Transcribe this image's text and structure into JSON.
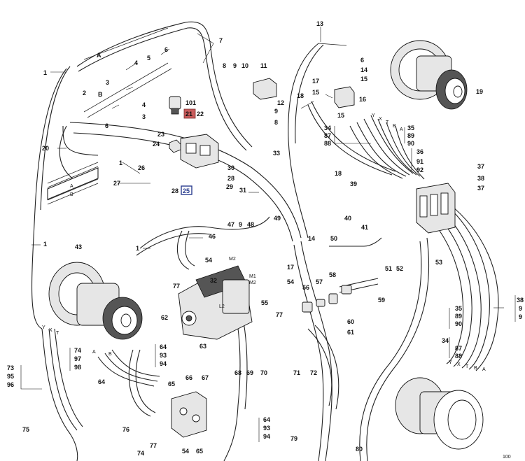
{
  "highlight": {
    "fill": "#c95c5c",
    "label": "21"
  },
  "selected": {
    "stroke": "#2a3d8f",
    "label": "25"
  },
  "labels": [
    {
      "id": "1a",
      "text": "1"
    },
    {
      "id": "1b",
      "text": "1"
    },
    {
      "id": "1c",
      "text": "1"
    },
    {
      "id": "1d",
      "text": "1"
    },
    {
      "id": "2",
      "text": "2"
    },
    {
      "id": "3a",
      "text": "3"
    },
    {
      "id": "3b",
      "text": "3"
    },
    {
      "id": "4a",
      "text": "4"
    },
    {
      "id": "4b",
      "text": "4"
    },
    {
      "id": "5",
      "text": "5"
    },
    {
      "id": "6a",
      "text": "6"
    },
    {
      "id": "6b",
      "text": "6"
    },
    {
      "id": "6c",
      "text": "6"
    },
    {
      "id": "7",
      "text": "7"
    },
    {
      "id": "8a",
      "text": "8"
    },
    {
      "id": "8b",
      "text": "8"
    },
    {
      "id": "9a",
      "text": "9"
    },
    {
      "id": "9b",
      "text": "9"
    },
    {
      "id": "9c",
      "text": "9"
    },
    {
      "id": "10",
      "text": "10"
    },
    {
      "id": "11",
      "text": "11"
    },
    {
      "id": "12",
      "text": "12"
    },
    {
      "id": "13",
      "text": "13"
    },
    {
      "id": "14a",
      "text": "14"
    },
    {
      "id": "14b",
      "text": "14"
    },
    {
      "id": "15a",
      "text": "15"
    },
    {
      "id": "15b",
      "text": "15"
    },
    {
      "id": "15c",
      "text": "15"
    },
    {
      "id": "16",
      "text": "16"
    },
    {
      "id": "17a",
      "text": "17"
    },
    {
      "id": "17b",
      "text": "17"
    },
    {
      "id": "18a",
      "text": "18"
    },
    {
      "id": "18b",
      "text": "18"
    },
    {
      "id": "19",
      "text": "19"
    },
    {
      "id": "20",
      "text": "20"
    },
    {
      "id": "22",
      "text": "22"
    },
    {
      "id": "23",
      "text": "23"
    },
    {
      "id": "24",
      "text": "24"
    },
    {
      "id": "26",
      "text": "26"
    },
    {
      "id": "27",
      "text": "27"
    },
    {
      "id": "28a",
      "text": "28"
    },
    {
      "id": "28b",
      "text": "28"
    },
    {
      "id": "29",
      "text": "29"
    },
    {
      "id": "30",
      "text": "30"
    },
    {
      "id": "31",
      "text": "31"
    },
    {
      "id": "32",
      "text": "32"
    },
    {
      "id": "33",
      "text": "33"
    },
    {
      "id": "34a",
      "text": "34"
    },
    {
      "id": "34b",
      "text": "34"
    },
    {
      "id": "35a",
      "text": "35"
    },
    {
      "id": "35b",
      "text": "35"
    },
    {
      "id": "36",
      "text": "36"
    },
    {
      "id": "37a",
      "text": "37"
    },
    {
      "id": "37b",
      "text": "37"
    },
    {
      "id": "38",
      "text": "38"
    },
    {
      "id": "39",
      "text": "39"
    },
    {
      "id": "40",
      "text": "40"
    },
    {
      "id": "41",
      "text": "41"
    },
    {
      "id": "43",
      "text": "43"
    },
    {
      "id": "46",
      "text": "46"
    },
    {
      "id": "47",
      "text": "47"
    },
    {
      "id": "48",
      "text": "48"
    },
    {
      "id": "49",
      "text": "49"
    },
    {
      "id": "50",
      "text": "50"
    },
    {
      "id": "51",
      "text": "51"
    },
    {
      "id": "52",
      "text": "52"
    },
    {
      "id": "53",
      "text": "53"
    },
    {
      "id": "54a",
      "text": "54"
    },
    {
      "id": "54b",
      "text": "54"
    },
    {
      "id": "54c",
      "text": "54"
    },
    {
      "id": "55",
      "text": "55"
    },
    {
      "id": "56",
      "text": "56"
    },
    {
      "id": "57",
      "text": "57"
    },
    {
      "id": "58",
      "text": "58"
    },
    {
      "id": "59",
      "text": "59"
    },
    {
      "id": "60",
      "text": "60"
    },
    {
      "id": "61",
      "text": "61"
    },
    {
      "id": "62",
      "text": "62"
    },
    {
      "id": "63",
      "text": "63"
    },
    {
      "id": "64a",
      "text": "64"
    },
    {
      "id": "64b",
      "text": "64"
    },
    {
      "id": "64c",
      "text": "64"
    },
    {
      "id": "65a",
      "text": "65"
    },
    {
      "id": "65b",
      "text": "65"
    },
    {
      "id": "66",
      "text": "66"
    },
    {
      "id": "67",
      "text": "67"
    },
    {
      "id": "68",
      "text": "68"
    },
    {
      "id": "69",
      "text": "69"
    },
    {
      "id": "70",
      "text": "70"
    },
    {
      "id": "71",
      "text": "71"
    },
    {
      "id": "72",
      "text": "72"
    },
    {
      "id": "73",
      "text": "73"
    },
    {
      "id": "74a",
      "text": "74"
    },
    {
      "id": "74b",
      "text": "74"
    },
    {
      "id": "75",
      "text": "75"
    },
    {
      "id": "76",
      "text": "76"
    },
    {
      "id": "77a",
      "text": "77"
    },
    {
      "id": "77b",
      "text": "77"
    },
    {
      "id": "77c",
      "text": "77"
    },
    {
      "id": "79",
      "text": "79"
    },
    {
      "id": "80",
      "text": "80"
    },
    {
      "id": "87a",
      "text": "87"
    },
    {
      "id": "87b",
      "text": "87"
    },
    {
      "id": "88a",
      "text": "88"
    },
    {
      "id": "88b",
      "text": "88"
    },
    {
      "id": "89a",
      "text": "89"
    },
    {
      "id": "89b",
      "text": "89"
    },
    {
      "id": "90a",
      "text": "90"
    },
    {
      "id": "90b",
      "text": "90"
    },
    {
      "id": "91",
      "text": "91"
    },
    {
      "id": "92",
      "text": "92"
    },
    {
      "id": "93a",
      "text": "93"
    },
    {
      "id": "93b",
      "text": "93"
    },
    {
      "id": "94a",
      "text": "94"
    },
    {
      "id": "94b",
      "text": "94"
    },
    {
      "id": "95",
      "text": "95"
    },
    {
      "id": "96",
      "text": "96"
    },
    {
      "id": "97",
      "text": "97"
    },
    {
      "id": "98",
      "text": "98"
    },
    {
      "id": "101",
      "text": "101"
    },
    {
      "id": "A",
      "text": "A"
    },
    {
      "id": "B",
      "text": "B"
    },
    {
      "id": "M2",
      "text": "M2"
    },
    {
      "id": "M1",
      "text": "M1"
    },
    {
      "id": "M2b",
      "text": "M2"
    },
    {
      "id": "L2",
      "text": "L2"
    },
    {
      "id": "r38",
      "text": "38"
    },
    {
      "id": "r9a",
      "text": "9"
    },
    {
      "id": "r9b",
      "text": "9"
    },
    {
      "id": "page",
      "text": "100"
    }
  ]
}
